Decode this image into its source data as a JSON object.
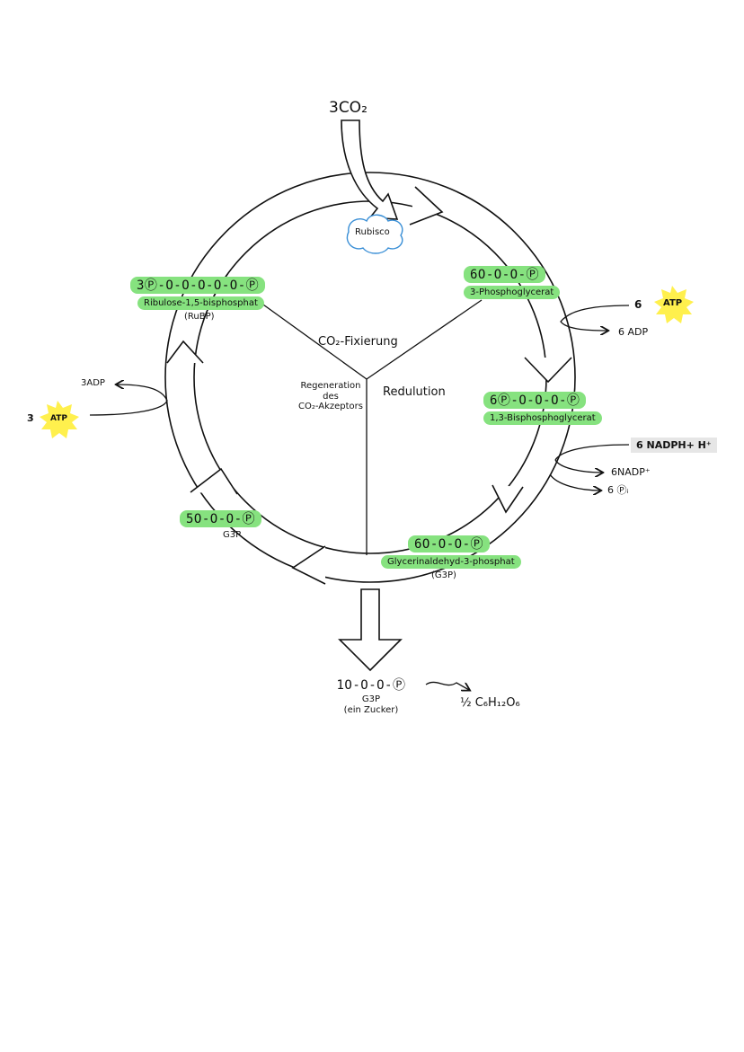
{
  "inputs": {
    "co2": "3CO₂",
    "enzyme": "Rubisco"
  },
  "center": {
    "fixation": "CO₂-Fixierung",
    "reduction": "Redulution",
    "regeneration": [
      "Regeneration",
      "des",
      "CO₂-Akzeptors"
    ]
  },
  "molecules": {
    "rubp": {
      "chain": "3Ⓟ-O-O-O-O-O-Ⓟ",
      "name": "Ribulose-1,5-bisphosphat",
      "abbr": "(RuBP)"
    },
    "pga3": {
      "chain": "6O-O-O-Ⓟ",
      "name": "3-Phosphoglycerat"
    },
    "bpg": {
      "chain": "6Ⓟ-O-O-O-Ⓟ",
      "name": "1,3-Bisphosphoglycerat"
    },
    "g3p6": {
      "chain": "6O-O-O-Ⓟ",
      "name": "Glycerinaldehyd-3-phosphat",
      "abbr": "(G3P)"
    },
    "g3p5": {
      "chain": "5O-O-O-Ⓟ",
      "abbr": "G3P"
    },
    "g3p1": {
      "chain": "1O-O-O-Ⓟ",
      "abbr": "G3P",
      "note": "(ein Zucker)"
    }
  },
  "output": {
    "glucose": "½ C₆H₁₂O₆"
  },
  "energy": {
    "atp_in_right_count": "6",
    "atp_right": "ATP",
    "adp_right": "6 ADP",
    "nadph": "6 NADPH+ H⁺",
    "nadp": "6NADP⁺",
    "pi": "6 Ⓟᵢ",
    "adp_left": "3ADP",
    "atp_in_left_count": "3",
    "atp_left": "ATP"
  },
  "colors": {
    "highlight": "#86e27f",
    "starburst": "#fff04d",
    "rubisco_outline": "#3a8fd6",
    "ink": "#111111",
    "nadph_box": "#e6e6e6"
  }
}
